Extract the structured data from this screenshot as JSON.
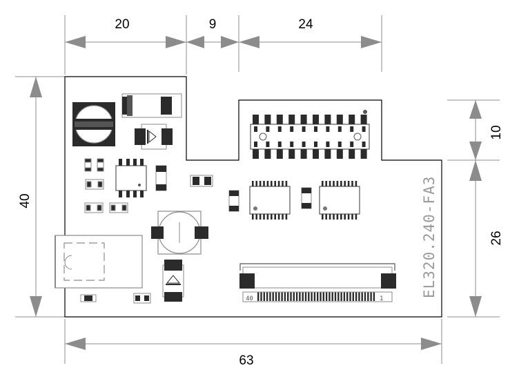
{
  "dimensions": {
    "top_left": "20",
    "top_middle": "9",
    "top_right": "24",
    "left_height": "40",
    "right_top": "10",
    "right_bottom": "26",
    "bottom_width": "63"
  },
  "board_label": "EL320.240-FA3",
  "connector_labels": {
    "left": "40",
    "right": "1"
  },
  "colors": {
    "dimension_line": "#8c8c8c",
    "board_outline": "#000000",
    "component_dark": "#2b2b2b",
    "component_gray": "#8a8a8a",
    "label_gray": "#9a9a9a"
  }
}
